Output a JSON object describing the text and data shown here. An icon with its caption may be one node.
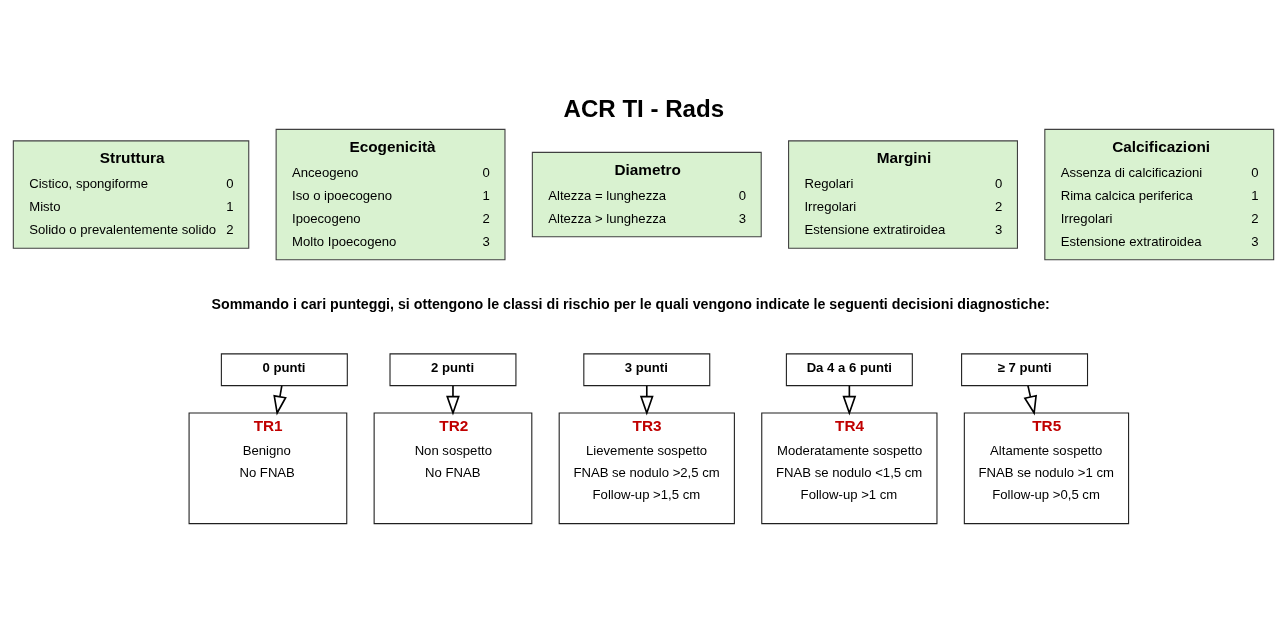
{
  "diagram": {
    "title": "ACR TI - Rads",
    "nodes": [
      {
        "text": [
          "Struttura",
          "Cistico, spongiforme",
          "0",
          "Misto",
          "1",
          "Solido o prevalentemente solido",
          "2"
        ]
      },
      {
        "text": [
          "Ecogenicità",
          "Anceogeno",
          "0",
          "Iso o ipoecogeno",
          "1",
          "Ipoecogeno",
          "2",
          "Molto Ipoecogeno",
          "3"
        ]
      },
      {
        "text": [
          "Diametro",
          "Altezza = lunghezza",
          "0",
          "Altezza > lunghezza",
          "3"
        ]
      },
      {
        "text": [
          "Margini",
          "Regolari",
          "0",
          "Irregolari",
          "2",
          "Estensione extratiroidea",
          "3"
        ]
      },
      {
        "text": [
          "Calcificazioni",
          "Assenza di calcificazioni",
          "0",
          "Rima calcica periferica",
          "1",
          "Irregolari",
          "2",
          "Estensione extratiroidea",
          "3"
        ]
      },
      {
        "text": [
          "0 punti"
        ]
      },
      {
        "text": [
          "2 punti"
        ]
      },
      {
        "text": [
          "3 punti"
        ]
      },
      {
        "text": [
          "Da 4 a 6 punti"
        ]
      },
      {
        "text": [
          "≥ 7 punti"
        ]
      },
      {
        "text": [
          "TR1",
          "Benigno",
          "No FNAB"
        ]
      },
      {
        "text": [
          "TR2",
          "Non sospetto",
          "No FNAB"
        ]
      },
      {
        "text": [
          "TR3",
          "Lievemente sospetto",
          "FNAB se nodulo >2,5 cm",
          "Follow-up >1,5 cm"
        ]
      },
      {
        "text": [
          "TR4",
          "Moderatamente sospetto",
          "FNAB se nodulo <1,5 cm",
          "Follow-up >1 cm"
        ]
      },
      {
        "text": [
          "TR5",
          "Altamente sospetto",
          "FNAB se nodulo >1 cm",
          "Follow-up >0,5 cm"
        ]
      }
    ],
    "edges": [
      {
        "from": 5,
        "to": 10,
        "arrow": "to"
      },
      {
        "from": 6,
        "to": 11,
        "arrow": "to"
      },
      {
        "from": 7,
        "to": 12,
        "arrow": "to"
      },
      {
        "from": 8,
        "to": 13,
        "arrow": "to"
      },
      {
        "from": 9,
        "to": 14,
        "arrow": "to"
      }
    ],
    "labels": [
      "Sommando i cari punteggi, si ottengono le classi di rischio per le quali vengono indicate le seguenti decisioni diagnostiche:"
    ]
  }
}
